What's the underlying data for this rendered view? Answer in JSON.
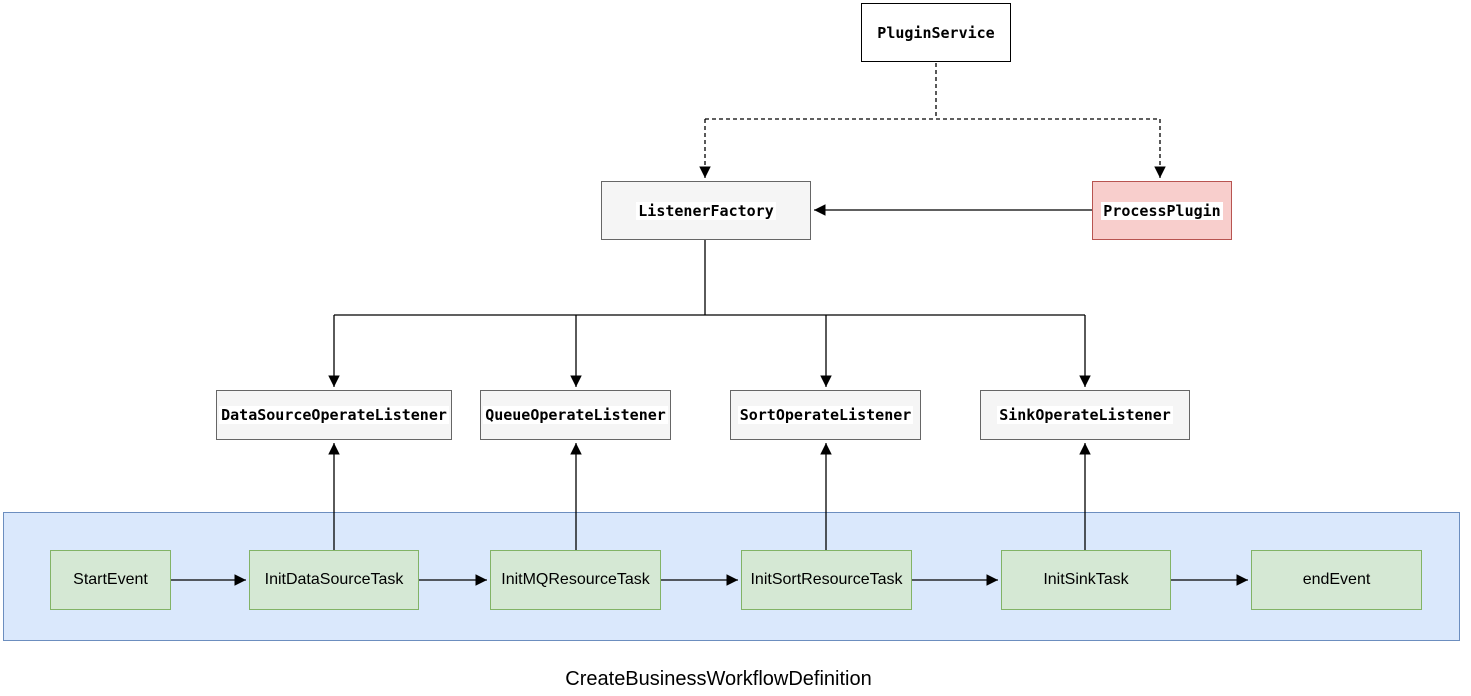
{
  "diagram": {
    "caption": "CreateBusinessWorkflowDefinition",
    "nodes": {
      "plugin_service": {
        "label": "PluginService"
      },
      "listener_factory": {
        "label": "ListenerFactory"
      },
      "process_plugin": {
        "label": "ProcessPlugin"
      },
      "listeners": [
        {
          "label": "DataSourceOperateListener"
        },
        {
          "label": "QueueOperateListener"
        },
        {
          "label": "SortOperateListener"
        },
        {
          "label": "SinkOperateListener"
        }
      ],
      "tasks": [
        {
          "label": "StartEvent"
        },
        {
          "label": "InitDataSourceTask"
        },
        {
          "label": "InitMQResourceTask"
        },
        {
          "label": "InitSortResourceTask"
        },
        {
          "label": "InitSinkTask"
        },
        {
          "label": "endEvent"
        }
      ]
    },
    "colors": {
      "node_white_fill": "#ffffff",
      "node_white_border": "#000000",
      "node_gray_fill": "#f5f5f5",
      "node_gray_border": "#666666",
      "node_pink_fill": "#f8cecc",
      "node_pink_border": "#b85450",
      "node_green_fill": "#d5e8d4",
      "node_green_border": "#82b366",
      "container_blue_fill": "#dae8fc",
      "container_blue_border": "#6c8ebf",
      "edge_color": "#000000"
    }
  }
}
